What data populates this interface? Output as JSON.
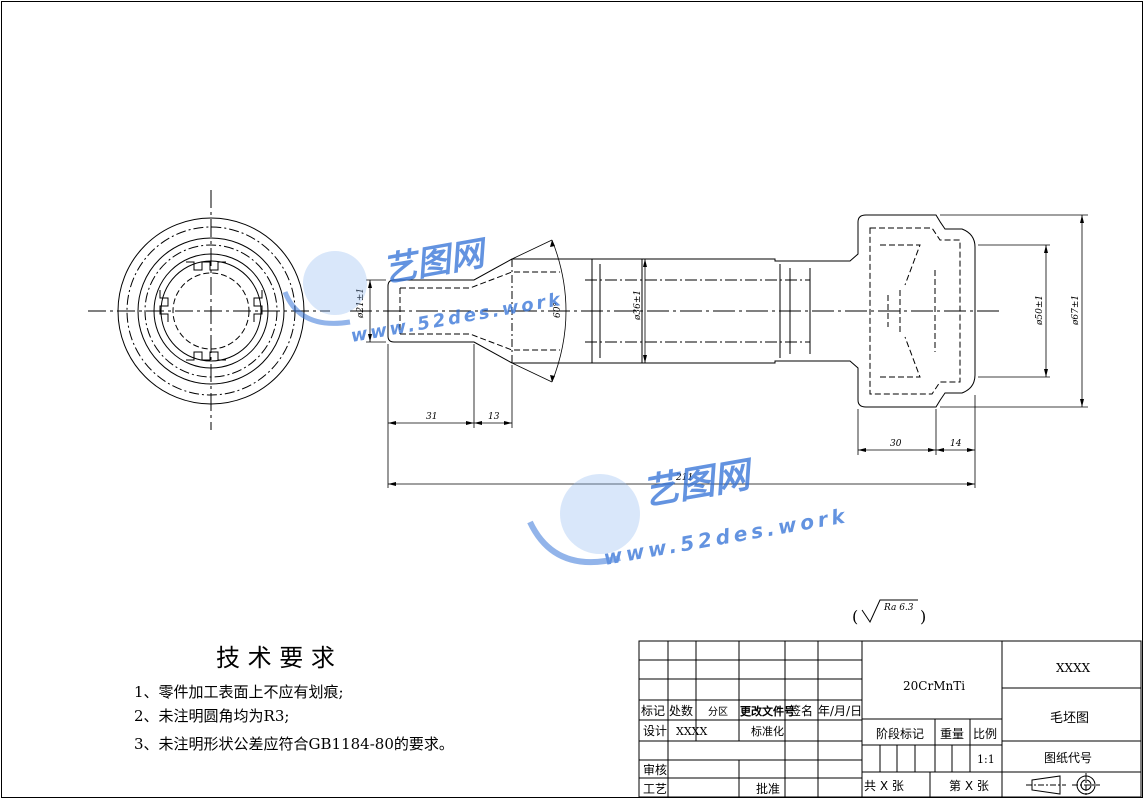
{
  "colors": {
    "line": "#000000",
    "watermark": "#2f6fd6",
    "watermark_light": "#8fb8f0",
    "paper": "#ffffff"
  },
  "dimensions": {
    "d21": "ø21±1",
    "angle": "60°",
    "d36": "ø36±1",
    "d50": "ø50±1",
    "d67": "ø67±1",
    "len31": "31",
    "len13": "13",
    "len30": "30",
    "len14": "14",
    "len211": "211"
  },
  "roughness": {
    "label": "Ra 6.3",
    "open_paren": "(",
    "close_paren": ")"
  },
  "watermark": {
    "brand": "艺图网",
    "url": "www.52des.work"
  },
  "tech": {
    "title": "技 术 要 求",
    "notes": [
      "1、零件加工表面上不应有划痕;",
      "2、未注明圆角均为R3;",
      "3、未注明形状公差应符合GB1184-80的要求。"
    ]
  },
  "title_block": {
    "rev_headers": [
      "标记",
      "处数",
      "分区",
      "更改文件号",
      "签名",
      "年/月/日"
    ],
    "design": "设计",
    "design_value": "XXXX",
    "standardize": "标准化",
    "review": "审核",
    "process": "工艺",
    "approve": "批准",
    "material": "20CrMnTi",
    "stage": "阶段标记",
    "weight": "重量",
    "scale_label": "比例",
    "scale_value": "1:1",
    "sheets_total": "共 X 张",
    "sheet_no": "第 X 张",
    "company": "XXXX",
    "drawing_name": "毛坯图",
    "drawing_code": "图纸代号"
  }
}
